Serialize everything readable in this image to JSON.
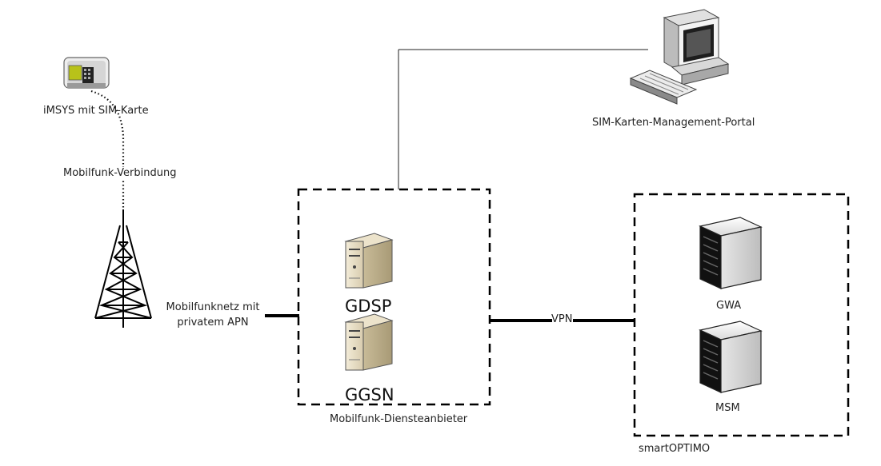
{
  "nodes": {
    "imsys": "iMSYS mit SIM-Karte",
    "mobile_connection": "Mobilfunk-Verbindung",
    "mobile_network_line1": "Mobilfunknetz mit",
    "mobile_network_line2": "privatem APN",
    "portal": "SIM-Karten-Management-Portal",
    "gdsp": "GDSP",
    "ggsn": "GGSN",
    "provider_group": "Mobilfunk-Diensteanbieter",
    "vpn": "VPN",
    "gwa": "GWA",
    "msm": "MSM",
    "smartoptimo_group": "smartOPTIMO"
  },
  "icons": {
    "imsys": "smart-meter-device-icon",
    "tower": "cell-tower-icon",
    "portal": "desktop-computer-icon",
    "gdsp": "server-icon",
    "ggsn": "server-icon",
    "gwa": "server-block-icon",
    "msm": "server-block-icon"
  }
}
